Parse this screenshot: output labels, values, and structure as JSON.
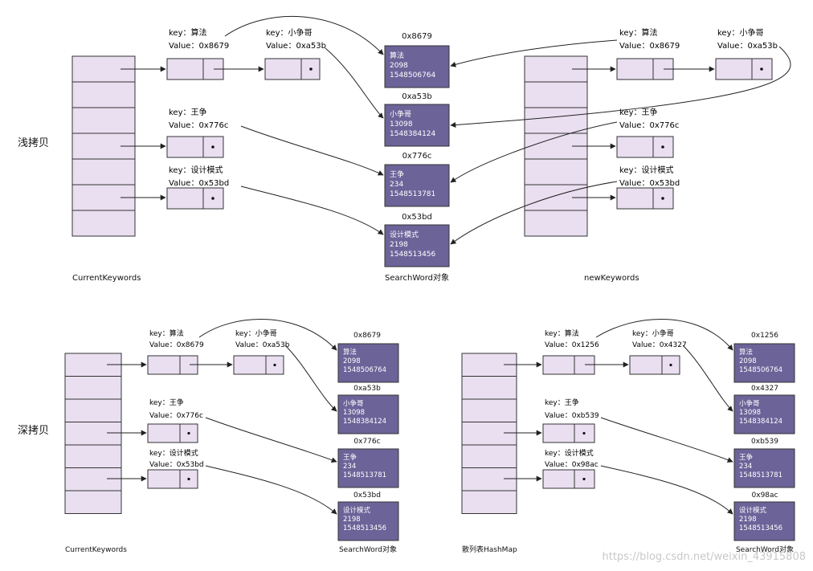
{
  "colors": {
    "cell_fill": "#e9dff0",
    "cell_stroke": "#333333",
    "object_fill": "#6c6399",
    "object_text": "#ffffff",
    "label_text": "#111111",
    "watermark": "#c8c8c8"
  },
  "section_labels": {
    "shallow": "浅拷贝",
    "deep": "深拷贝"
  },
  "titles": {
    "shallow_left": "CurrentKeywords",
    "shallow_center": "SearchWord对象",
    "shallow_right": "newKeywords",
    "deep_left": "CurrentKeywords",
    "deep_mid": "SearchWord对象",
    "deep_right_map": "散列表HashMap",
    "deep_right_objects": "SearchWord对象"
  },
  "watermark": "https://blog.csdn.net/weixin_43915808",
  "nodes": {
    "sh_l_suanfa": {
      "key": "key：算法",
      "value": "Value：0x8679"
    },
    "sh_l_xzg": {
      "key": "key：小争哥",
      "value": "Value：0xa53b"
    },
    "sh_l_wz": {
      "key": "key：王争",
      "value": "Value：0x776c"
    },
    "sh_l_sjms": {
      "key": "key：设计模式",
      "value": "Value：0x53bd"
    },
    "sh_r_suanfa": {
      "key": "key：算法",
      "value": "Value：0x8679"
    },
    "sh_r_xzg": {
      "key": "key：小争哥",
      "value": "Value：0xa53b"
    },
    "sh_r_wz": {
      "key": "key：王争",
      "value": "Value：0x776c"
    },
    "sh_r_sjms": {
      "key": "key：设计模式",
      "value": "Value：0x53bd"
    },
    "dp_l_suanfa": {
      "key": "key：算法",
      "value": "Value：0x8679"
    },
    "dp_l_xzg": {
      "key": "key：小争哥",
      "value": "Value：0xa53b"
    },
    "dp_l_wz": {
      "key": "key：王争",
      "value": "Value：0x776c"
    },
    "dp_l_sjms": {
      "key": "key：设计模式",
      "value": "Value：0x53bd"
    },
    "dp_r_suanfa": {
      "key": "key：算法",
      "value": "Value：0x1256"
    },
    "dp_r_xzg": {
      "key": "key：小争哥",
      "value": "Value：0x4327"
    },
    "dp_r_wz": {
      "key": "key：王争",
      "value": "Value：0xb539"
    },
    "dp_r_sjms": {
      "key": "key：设计模式",
      "value": "Value：0x98ac"
    }
  },
  "objects": {
    "sh_8679": {
      "addr": "0x8679",
      "lines": [
        "算法",
        "2098",
        "1548506764"
      ]
    },
    "sh_a53b": {
      "addr": "0xa53b",
      "lines": [
        "小争哥",
        "13098",
        "1548384124"
      ]
    },
    "sh_776c": {
      "addr": "0x776c",
      "lines": [
        "王争",
        "234",
        "1548513781"
      ]
    },
    "sh_53bd": {
      "addr": "0x53bd",
      "lines": [
        "设计模式",
        "2198",
        "1548513456"
      ]
    },
    "dp_8679": {
      "addr": "0x8679",
      "lines": [
        "算法",
        "2098",
        "1548506764"
      ]
    },
    "dp_a53b": {
      "addr": "0xa53b",
      "lines": [
        "小争哥",
        "13098",
        "1548384124"
      ]
    },
    "dp_776c": {
      "addr": "0x776c",
      "lines": [
        "王争",
        "234",
        "1548513781"
      ]
    },
    "dp_53bd": {
      "addr": "0x53bd",
      "lines": [
        "设计模式",
        "2198",
        "1548513456"
      ]
    },
    "dp_1256": {
      "addr": "0x1256",
      "lines": [
        "算法",
        "2098",
        "1548506764"
      ]
    },
    "dp_4327": {
      "addr": "0x4327",
      "lines": [
        "小争哥",
        "13098",
        "1548384124"
      ]
    },
    "dp_b539": {
      "addr": "0xb539",
      "lines": [
        "王争",
        "234",
        "1548513781"
      ]
    },
    "dp_98ac": {
      "addr": "0x98ac",
      "lines": [
        "设计模式",
        "2198",
        "1548513456"
      ]
    }
  }
}
